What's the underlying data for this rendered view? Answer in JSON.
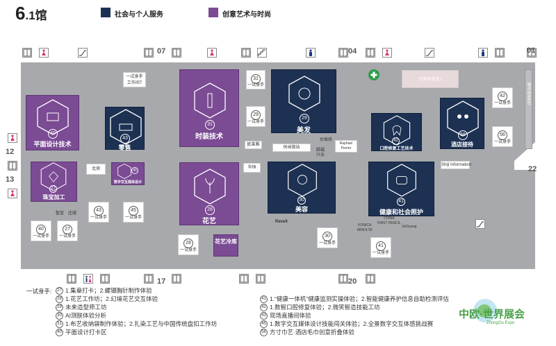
{
  "header": {
    "hall_number": "6",
    "hall_suffix": ".1馆",
    "legend": [
      {
        "label": "社会与个人服务",
        "color": "#1d3153"
      },
      {
        "label": "创意艺术与时尚",
        "color": "#7b4b94"
      }
    ]
  },
  "doors": [
    {
      "label": "07"
    },
    {
      "label": "04"
    },
    {
      "label": "01"
    },
    {
      "label": "12"
    },
    {
      "label": "13"
    },
    {
      "label": "22"
    },
    {
      "label": "17"
    },
    {
      "label": "20"
    }
  ],
  "booths": {
    "flat_design": {
      "num": "40",
      "label": "平面设计技术"
    },
    "retail": {
      "num": "43",
      "label": "零售"
    },
    "fashion_tech": {
      "num": "31",
      "label": "时装技术"
    },
    "hairdressing": {
      "num": "29",
      "label": "美发"
    },
    "dental": {
      "num": "42",
      "label": "口腔修复工艺技术"
    },
    "hotel": {
      "num": "56",
      "label": "酒店接待"
    },
    "jewelry": {
      "num": "27",
      "label": "珠宝加工"
    },
    "media_interaction": {
      "num": "45",
      "label": "数字交互媒体设计"
    },
    "floristry": {
      "num": "28",
      "label": "花艺"
    },
    "beauty": {
      "num": "30",
      "label": "美容"
    },
    "health": {
      "num": "41",
      "label": "健康和社会照护"
    },
    "flower_cold": {
      "label": "花艺冷库"
    }
  },
  "try_stations": {
    "label": "一试身手",
    "s31": "31",
    "s29": "29",
    "s43": "43",
    "s45": "45",
    "s40": "40",
    "s27": "27",
    "s28": "28",
    "s30": "30",
    "s41": "41",
    "s42": "42",
    "s56": "56"
  },
  "tags": {
    "try_work": "一试身手\n工作间7",
    "representative_rest": "代表休息室2",
    "visitor_rest": "观众休息区7",
    "europe_station": "欧莱雅",
    "rest_station": "休闲驿站",
    "sparkling": "炒珠府",
    "raphael": "Raphael\nPerrier",
    "xingyi": "颐福\n兴业",
    "beice": "北测",
    "huaheng": "华恒",
    "shiji": "Shiji Information",
    "zhixing": "智宣",
    "zhuangwei": "庄威",
    "konica": "KONICA\nMINOLTA",
    "china_pencil": "CHINA\nFIRST PENCIL",
    "jinguang": "JinGuang",
    "brand_small": "Revell"
  },
  "notes": {
    "prefix": "一试身手:",
    "left": [
      {
        "num": "27",
        "text": "1.集章打卡；2.螺钿胸针制作体验"
      },
      {
        "num": "28",
        "text": "1.花艺工作坊；2.幻境花艺交互体验"
      },
      {
        "num": "29",
        "text": "未来造型师工坊"
      },
      {
        "num": "30",
        "text": "AI测肤体验分析"
      },
      {
        "num": "31",
        "text": "1.布艺收纳袋制作体验；2.扎染工艺与中国传统盘扣工作坊"
      },
      {
        "num": "40",
        "text": "平面设计打卡区"
      }
    ],
    "right": [
      {
        "num": "41",
        "text": "1.“健康一体机”健康监测实操体验；2.智能健康养护信息自助检测评估"
      },
      {
        "num": "42",
        "text": "1.数智口腔修复体验；2.微笑智造技能工坊"
      },
      {
        "num": "43",
        "text": "现场直播间体验"
      },
      {
        "num": "45",
        "text": "1.数字交互媒体设计技能闯关体验；2.全景数字交互体感挑战赛"
      },
      {
        "num": "56",
        "text": "方寸巾艺·酒店毛巾创意折叠体验"
      }
    ]
  },
  "logo": {
    "main": "中欧·世界展会",
    "sub": "ZhongOu Expo"
  },
  "icons": [
    "elevator-icon",
    "female-restroom-icon",
    "male-restroom-icon",
    "escalator-icon",
    "stairs-icon",
    "first-aid-icon",
    "accessible-restroom-icon"
  ]
}
